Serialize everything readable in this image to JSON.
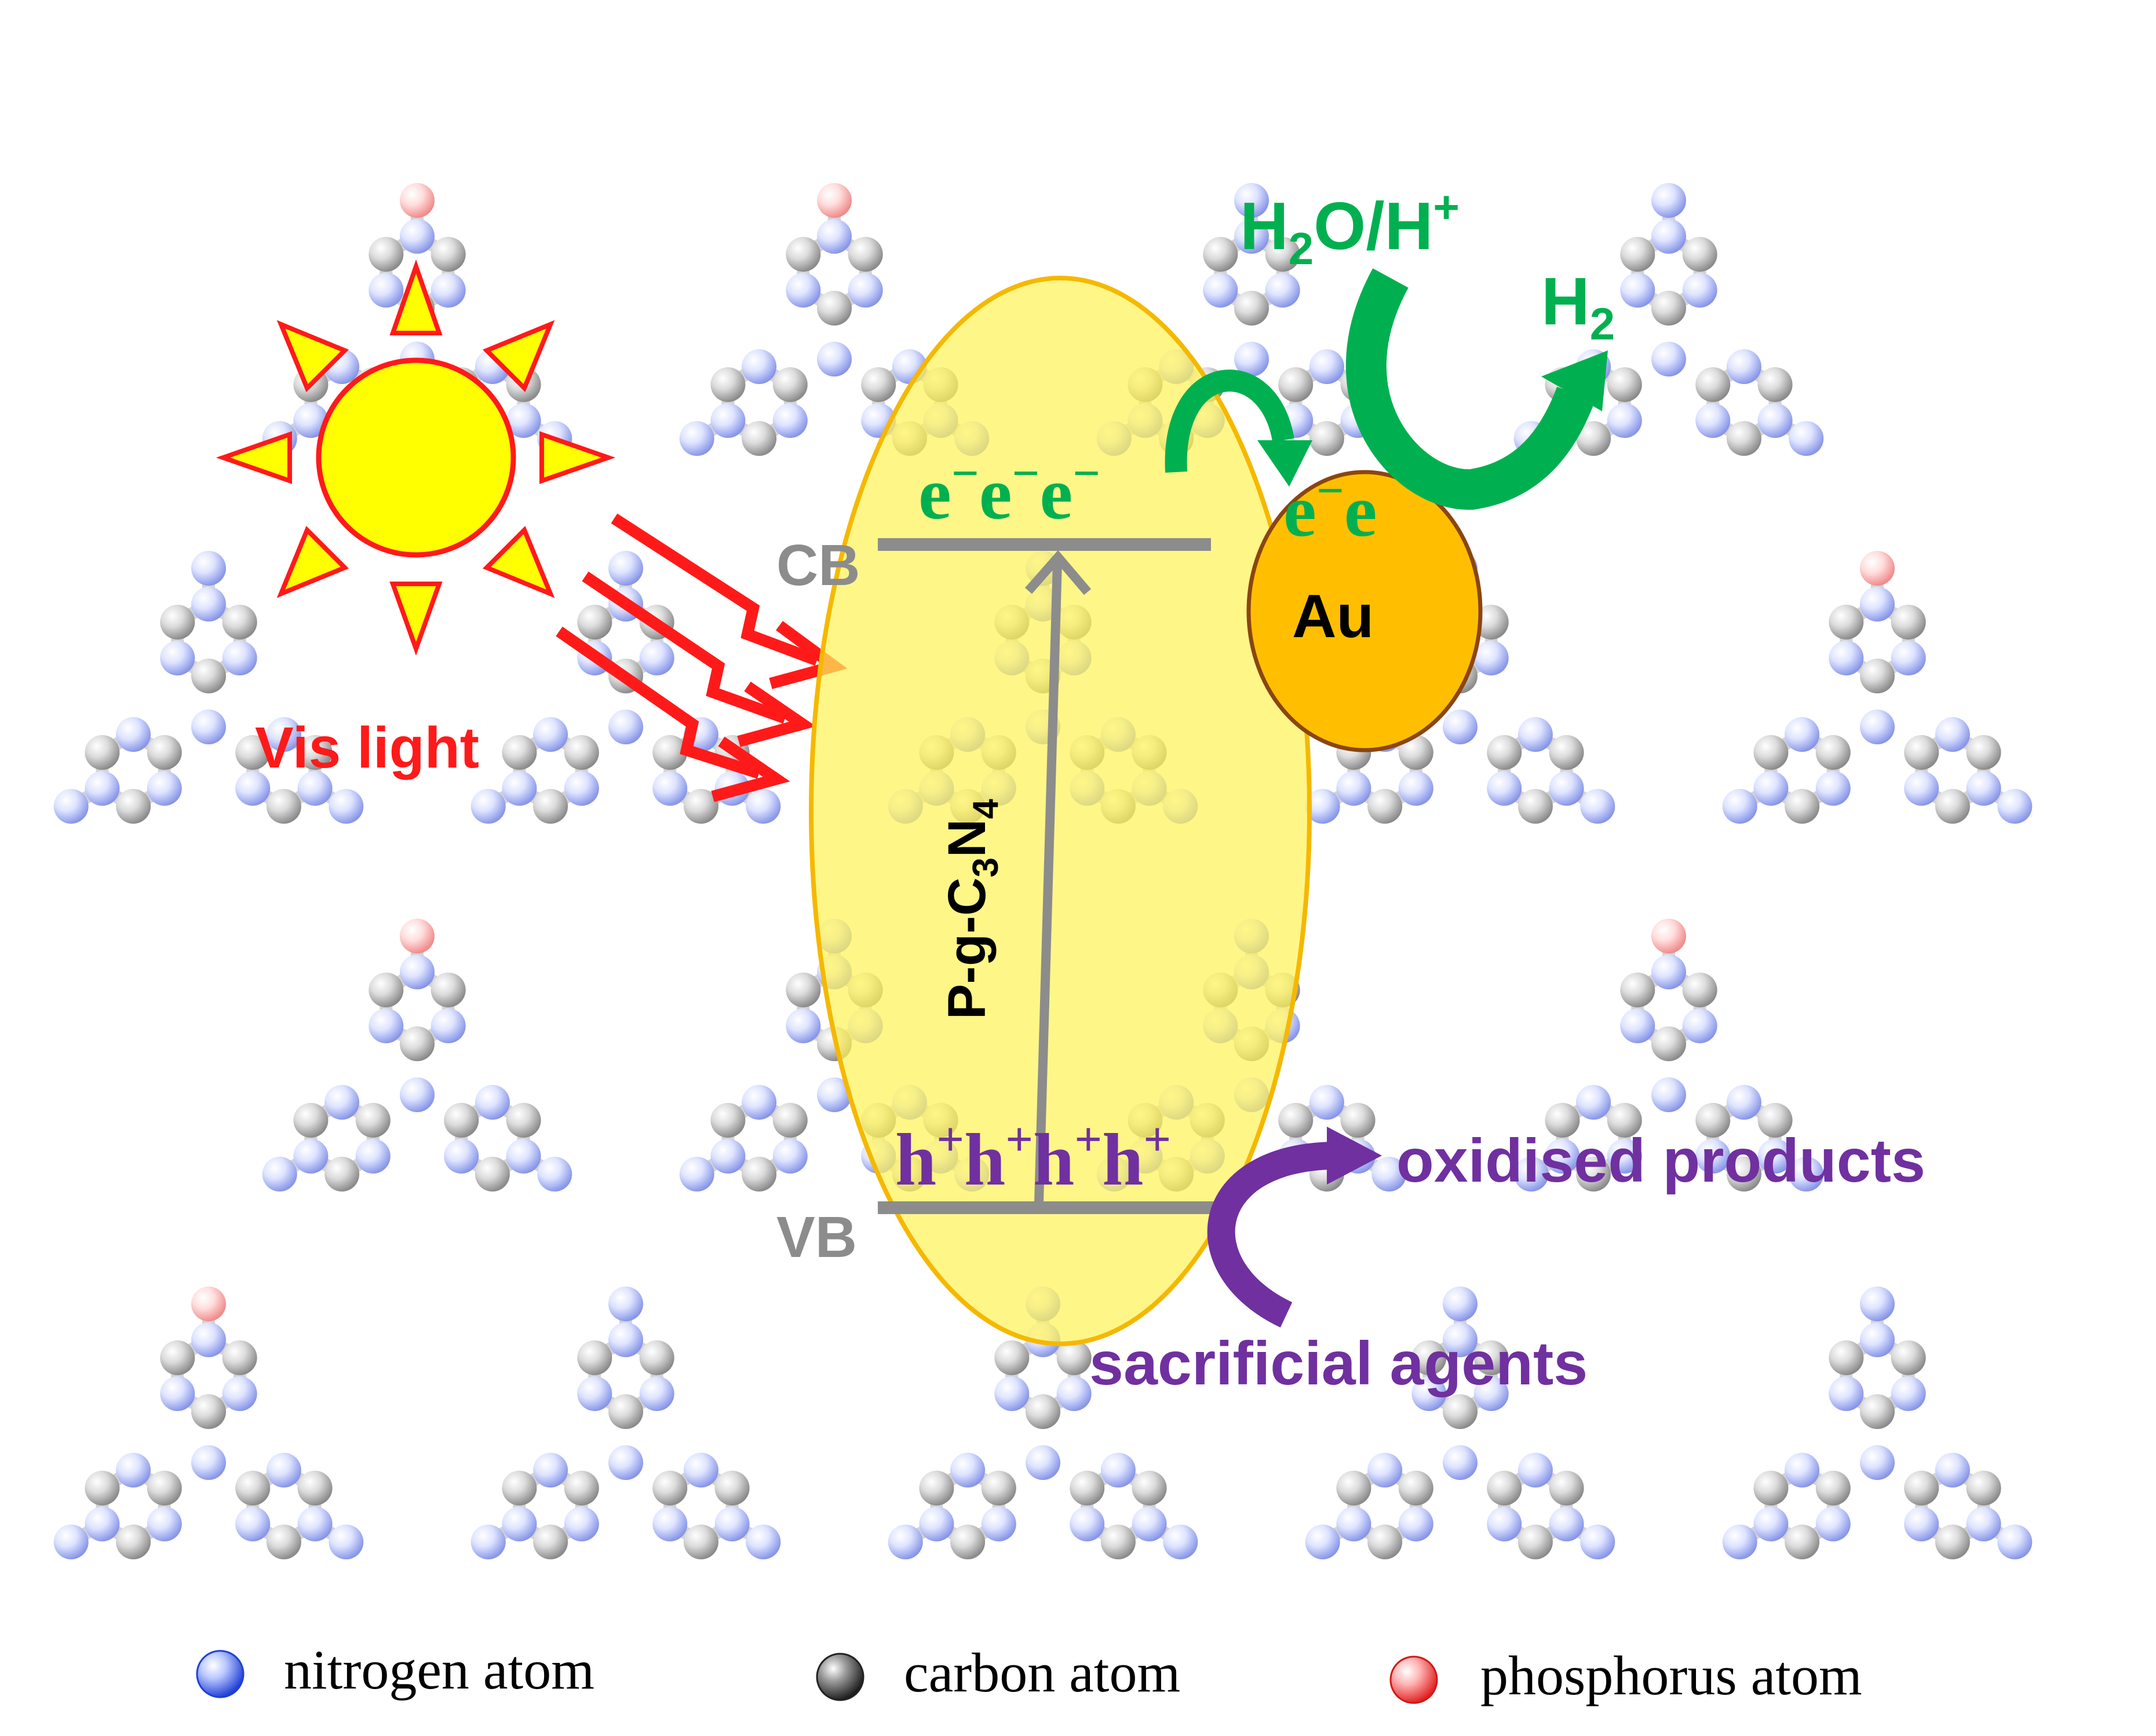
{
  "colors": {
    "bond": "#d3d3d3",
    "nitrogen": "#9aa6ee",
    "carbon": "#9a9a9a",
    "phosphorus": "#f3a6a6",
    "band_gray": "#8c8c8c",
    "light_red": "#ff1a1a",
    "sun_yellow": "#ffff00",
    "ellipse_fill": "#fff25a",
    "ellipse_stroke": "#f5b800",
    "gold_fill": "#ffbf00",
    "gold_stroke": "#8b4513",
    "electron_green": "#00b050",
    "hole_purple": "#7030a0"
  },
  "icons": {
    "sun": "sun-icon",
    "light_arrows": "light-arrow-icon",
    "excitation_arrow": "arrow-up-icon",
    "green_arrows": "curved-arrow-icon",
    "purple_arrow": "curved-arrow-icon",
    "atom_spheres": "sphere-icon"
  },
  "labels": {
    "vis_light": "Vis light",
    "cb": "CB",
    "vb": "VB",
    "catalyst_prefix": "P-g-C",
    "catalyst_sub1": "3",
    "catalyst_mid": "N",
    "catalyst_sub2": "4",
    "au": "Au",
    "h2o_h": "H",
    "h2o_sub": "2",
    "h2o_o": "O/H",
    "h2o_sup": "+",
    "h2": "H",
    "h2_sub": "2",
    "electrons_cb": [
      "e",
      "e",
      "e"
    ],
    "electrons_au": [
      "e",
      "e"
    ],
    "electron_sup": "−",
    "holes": [
      "h",
      "h",
      "h",
      "h"
    ],
    "hole_sup": "+",
    "oxidised_products": "oxidised products",
    "sacrificial_agents": "sacrificial agents"
  },
  "legend": [
    {
      "label": "nitrogen atom",
      "type": "nitrogen"
    },
    {
      "label": "carbon atom",
      "type": "carbon"
    },
    {
      "label": "phosphorus atom",
      "type": "phosphorus"
    }
  ]
}
